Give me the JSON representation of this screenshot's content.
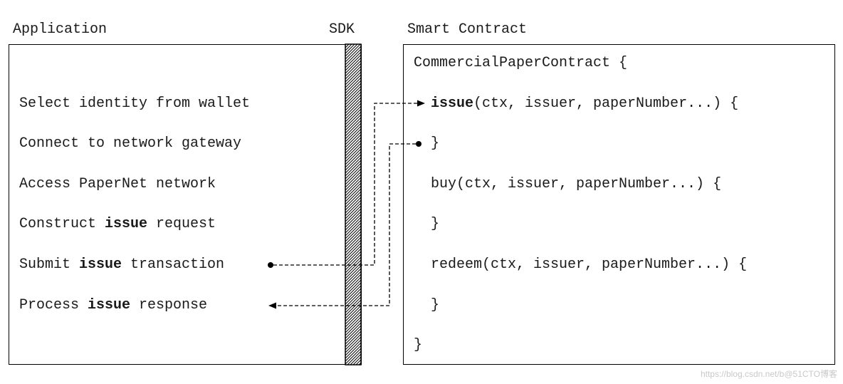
{
  "headers": {
    "application": "Application",
    "sdk": "SDK",
    "smart_contract": "Smart Contract"
  },
  "application_steps": [
    {
      "pre": "Select identity from wallet",
      "bold": "",
      "post": ""
    },
    {
      "pre": "Connect to network gateway",
      "bold": "",
      "post": ""
    },
    {
      "pre": "Access PaperNet network",
      "bold": "",
      "post": ""
    },
    {
      "pre": "Construct ",
      "bold": "issue",
      "post": " request"
    },
    {
      "pre": "Submit ",
      "bold": "issue",
      "post": " transaction"
    },
    {
      "pre": "Process ",
      "bold": "issue",
      "post": " response"
    }
  ],
  "contract": {
    "class_line": "CommercialPaperContract {",
    "issue_name": "issue",
    "issue_args": "(ctx, issuer, paperNumber...) {",
    "issue_close": "}",
    "buy_line": "buy(ctx, issuer, paperNumber...) {",
    "buy_close": "}",
    "redeem_line": "redeem(ctx, issuer, paperNumber...) {",
    "redeem_close": "}",
    "class_close": "}"
  },
  "watermark": "https://blog.csdn.net/b@51CTO博客"
}
